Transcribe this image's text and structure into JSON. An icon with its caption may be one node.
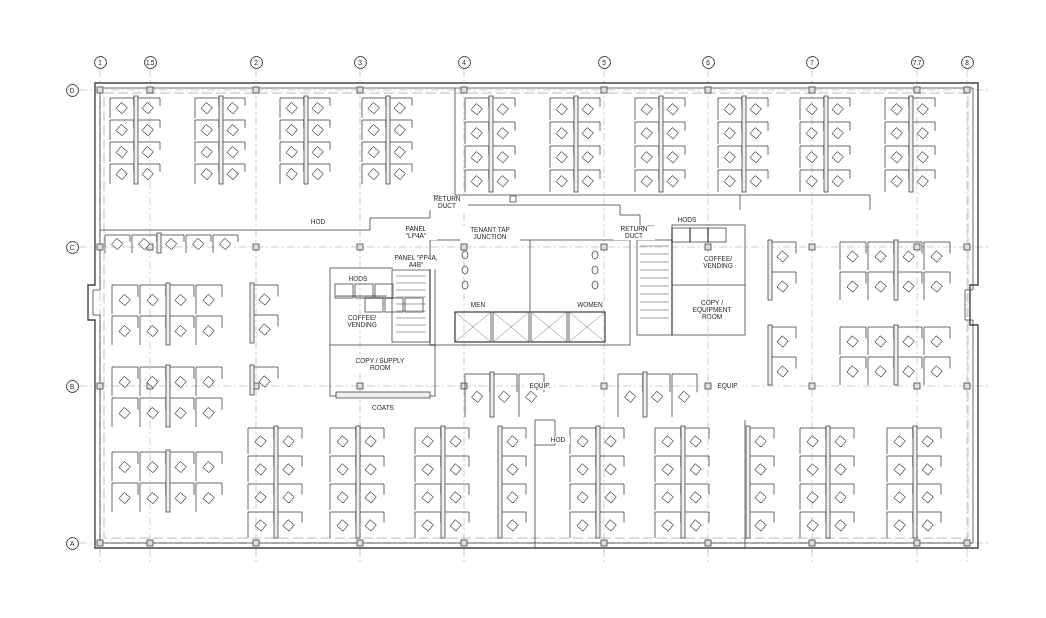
{
  "diagram": {
    "nodes": [
      {
        "text": [
          "1"
        ]
      },
      {
        "text": [
          "1.5"
        ]
      },
      {
        "text": [
          "2"
        ]
      },
      {
        "text": [
          "3"
        ]
      },
      {
        "text": [
          "4"
        ]
      },
      {
        "text": [
          "5"
        ]
      },
      {
        "text": [
          "6"
        ]
      },
      {
        "text": [
          "7"
        ]
      },
      {
        "text": [
          "7.7"
        ]
      },
      {
        "text": [
          "8"
        ]
      },
      {
        "text": [
          "D"
        ]
      },
      {
        "text": [
          "C"
        ]
      },
      {
        "text": [
          "B"
        ]
      },
      {
        "text": [
          "A"
        ]
      }
    ],
    "edges": [],
    "labels": [
      "HOD",
      "HODS",
      "COFFEE/ VENDING",
      "COPY / SUPPLY ROOM",
      "COATS",
      "RETURN DUCT",
      "PANEL \"LP4A\"",
      "PANEL \"PP4A, A4B\"",
      "TENANT TAP JUNCTION",
      "MEN",
      "WOMEN",
      "RETURN DUCT",
      "HODS",
      "COFFEE/ VENDING",
      "COPY / EQUIPMENT ROOM",
      "EQUIP.",
      "EQUIP.",
      "HOD"
    ]
  }
}
